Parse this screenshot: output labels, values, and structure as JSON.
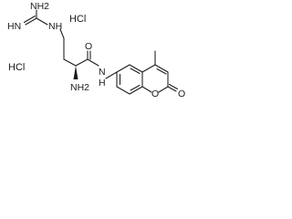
{
  "structure": {
    "labels": {
      "nh2_top": "NH2",
      "hn_imine": "HN",
      "nh_guanidine": "NH",
      "hcl_1": "HCl",
      "hcl_2": "HCl",
      "nh2_alpha": "NH2",
      "amide_o": "O",
      "amide_nh": "N",
      "amide_h": "H",
      "ring_o": "O",
      "lactone_o": "O"
    }
  }
}
